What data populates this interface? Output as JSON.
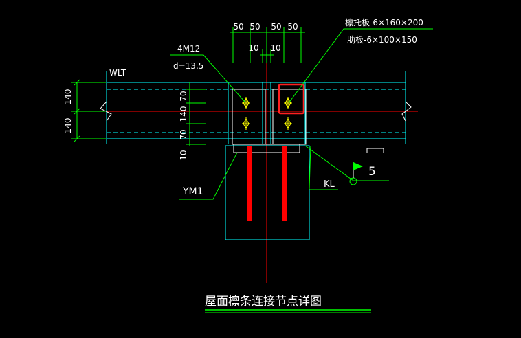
{
  "drawing": {
    "title": "屋面檩条连接节点详图",
    "labels": {
      "purlin": "WLT",
      "bolts": "4M12",
      "hole": "d=13.5",
      "embed_plate": "YM1",
      "beam": "KL",
      "stiffener_plate": "檩托板-6×160×200",
      "web_plate": "肋板-6×100×150",
      "detail_ref": "5"
    },
    "dims_top": [
      "50",
      "50",
      "50",
      "50"
    ],
    "dims_top_inner": [
      "10",
      "10"
    ],
    "dims_left": [
      "140",
      "140"
    ],
    "dims_mid": [
      "70",
      "140",
      "70",
      "10"
    ],
    "colors": {
      "background": "#000000",
      "grid_cyan": "#00ffff",
      "dim_green": "#00ff00",
      "axis_red": "#ff0000",
      "highlight": "#ff2020",
      "bolt_yellow": "#ffff00",
      "text": "#ffffff"
    }
  }
}
